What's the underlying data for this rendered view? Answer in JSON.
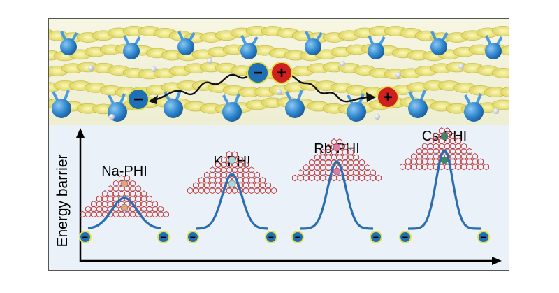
{
  "figure": {
    "y_axis_label": "Energy barrier",
    "charge_negative": "−",
    "charge_positive": "+",
    "materials": [
      {
        "label": "Na-PHI",
        "ion_color": "#e8a27a"
      },
      {
        "label": "K-PHI",
        "ion_color": "#a8d8d8"
      },
      {
        "label": "Rb-PHI",
        "ion_color": "#e07aa8"
      },
      {
        "label": "Cs-PHI",
        "ion_color": "#3a8a6a"
      }
    ]
  }
}
